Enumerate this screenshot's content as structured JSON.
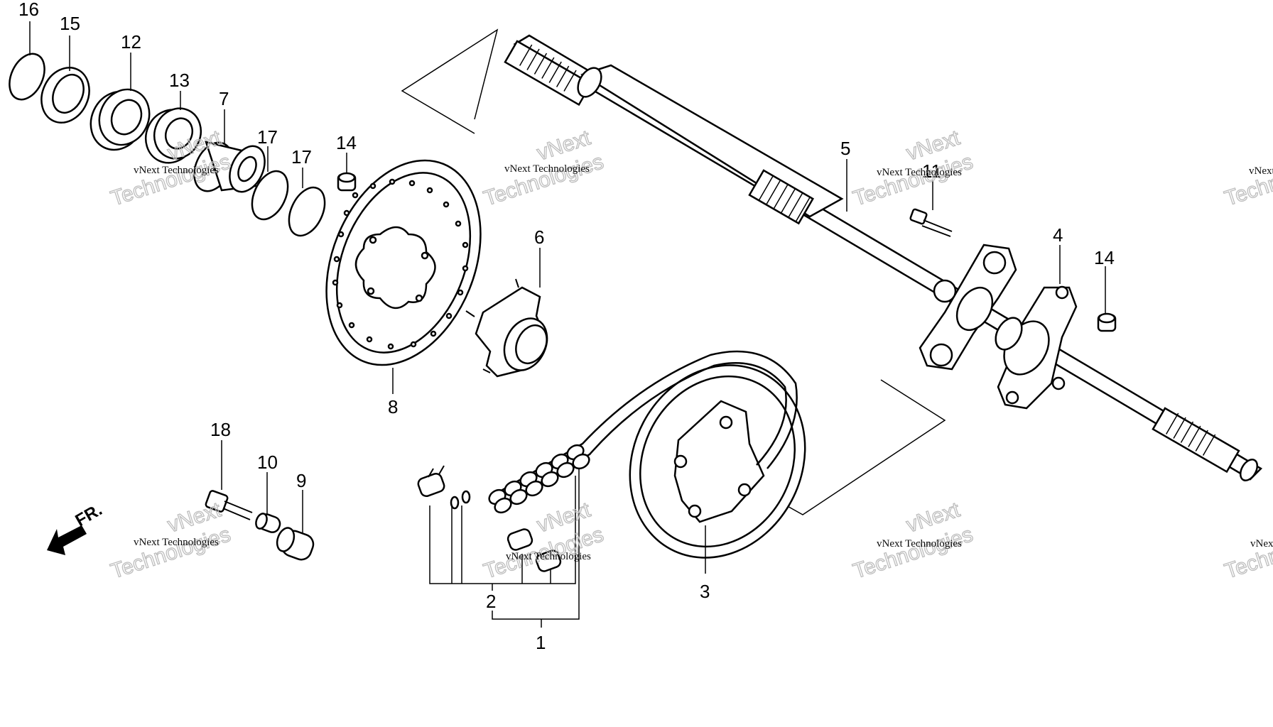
{
  "diagram": {
    "callouts": [
      {
        "id": "16",
        "text": "16"
      },
      {
        "id": "15",
        "text": "15"
      },
      {
        "id": "12",
        "text": "12"
      },
      {
        "id": "13",
        "text": "13"
      },
      {
        "id": "7",
        "text": "7"
      },
      {
        "id": "17a",
        "text": "17"
      },
      {
        "id": "17b",
        "text": "17"
      },
      {
        "id": "14a",
        "text": "14"
      },
      {
        "id": "5",
        "text": "5"
      },
      {
        "id": "11",
        "text": "11"
      },
      {
        "id": "4",
        "text": "4"
      },
      {
        "id": "14b",
        "text": "14"
      },
      {
        "id": "6",
        "text": "6"
      },
      {
        "id": "8",
        "text": "8"
      },
      {
        "id": "18",
        "text": "18"
      },
      {
        "id": "10",
        "text": "10"
      },
      {
        "id": "9",
        "text": "9"
      },
      {
        "id": "3",
        "text": "3"
      },
      {
        "id": "2",
        "text": "2"
      },
      {
        "id": "1",
        "text": "1"
      }
    ],
    "direction_label": "FR.",
    "watermark": {
      "line1": "vNext",
      "line2": "Technologies",
      "small": "vNext Technologies"
    }
  }
}
